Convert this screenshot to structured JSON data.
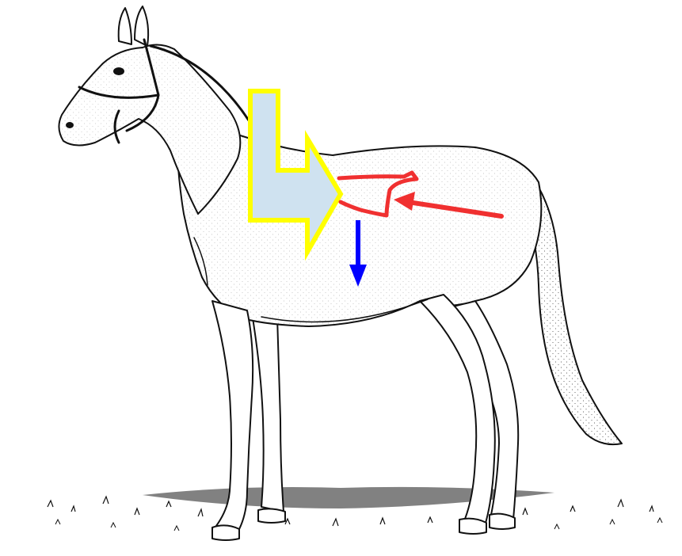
{
  "illustration": {
    "subject": "horse-standing-with-halter",
    "line_color": "#111111",
    "fill_color": "#ffffff"
  },
  "annotations": {
    "yellow_l_arrow": {
      "outline_color": "#ffff00",
      "fill_color": "#cfe2f0",
      "direction": "right"
    },
    "red_curve": {
      "color": "#f03030"
    },
    "red_arrow": {
      "color": "#f03030",
      "direction": "left"
    },
    "blue_arrow": {
      "color": "#0000ff",
      "direction": "down"
    }
  }
}
